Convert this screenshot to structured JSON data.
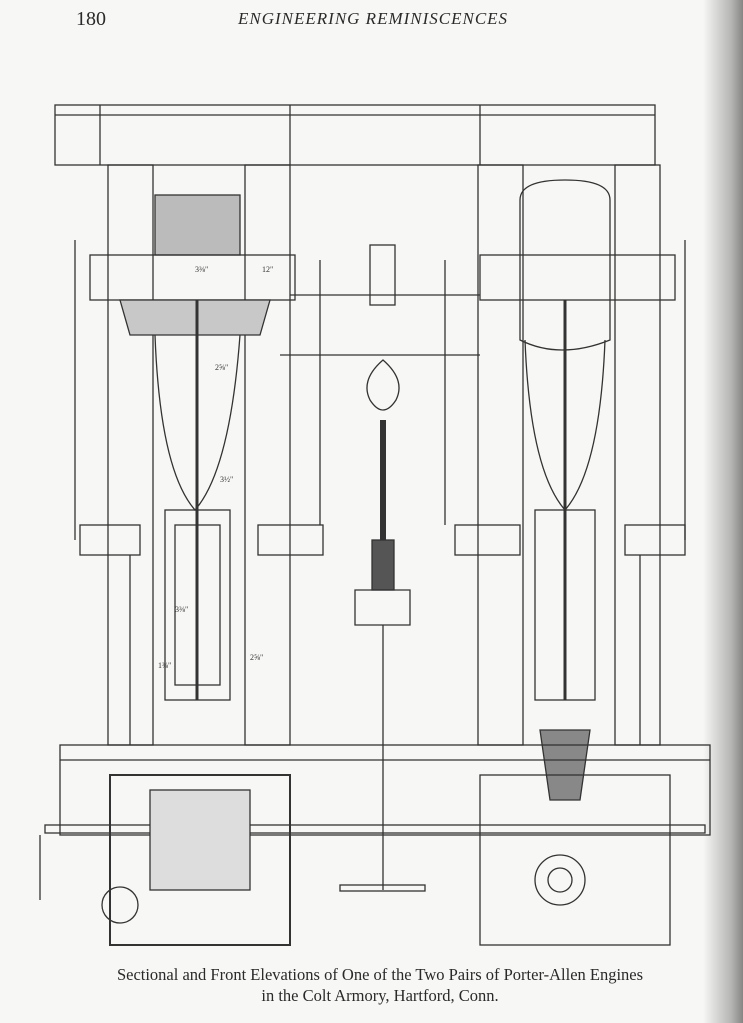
{
  "header": {
    "page_number": "180",
    "running_title": "ENGINEERING REMINISCENCES"
  },
  "figure": {
    "description_icon": "engine-drawing",
    "dimension_labels": [
      "3⅜\"",
      "12\"",
      "2⅝\"",
      "3½\"",
      "3⅜\"",
      "2⅝\"",
      "1⅜\""
    ]
  },
  "caption": {
    "line1": "Sectional and Front Elevations of One of the Two Pairs of Porter-Allen Engines",
    "line2": "in the Colt Armory, Hartford, Conn."
  }
}
